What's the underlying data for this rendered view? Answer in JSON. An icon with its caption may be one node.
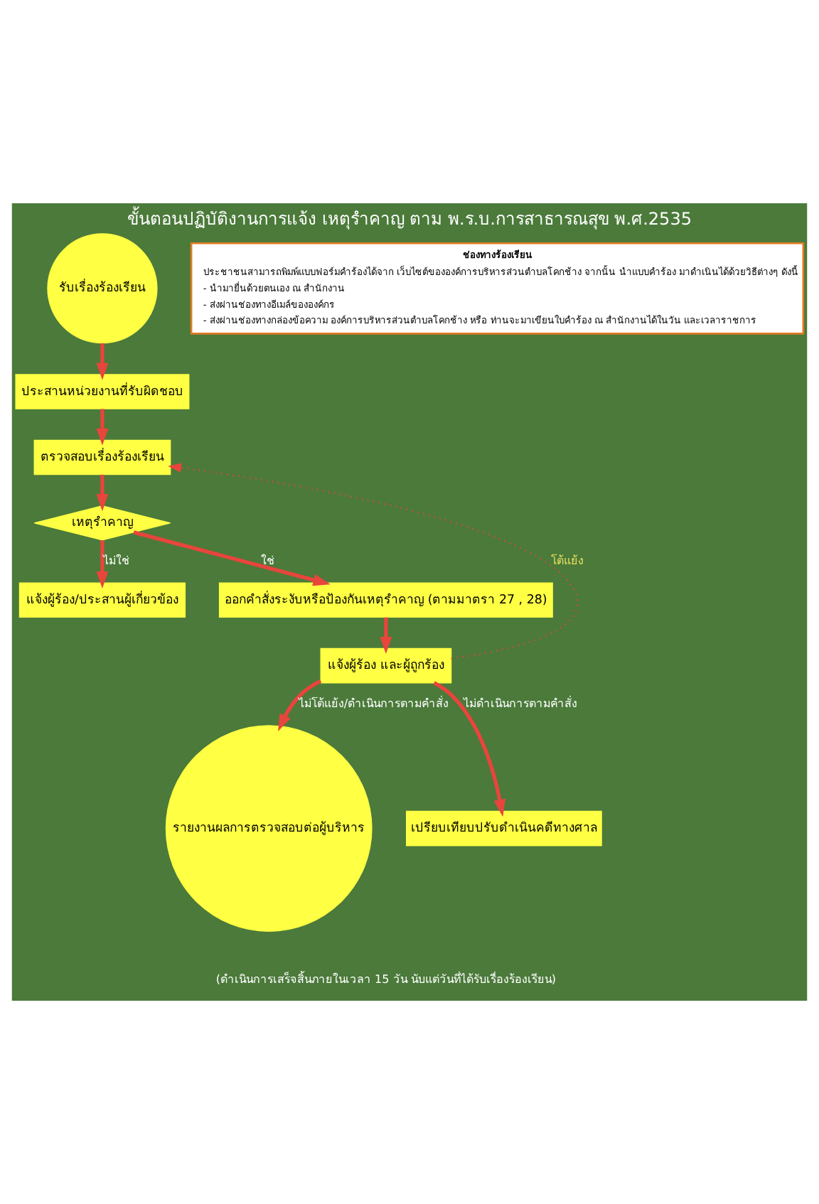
{
  "diagram": {
    "title": "ขั้นตอนปฏิบัติงานการแจ้ง เหตุรำคาญ ตาม พ.ร.บ.การสาธารณสุข พ.ศ.2535",
    "caption": "(ดำเนินการเสร็จสิ้นภายในเวลา 15 วัน นับแต่วันที่ได้รับเรื่องร้องเรียน)",
    "nodes": [
      {
        "text": [
          "รับเรื่องร้องเรียน"
        ]
      },
      {
        "text": [
          "ประสานหน่วยงานที่รับผิดชอบ"
        ]
      },
      {
        "text": [
          "ตรวจสอบเรื่องร้องเรียน"
        ]
      },
      {
        "text": [
          "เหตุรำคาญ"
        ]
      },
      {
        "text": [
          "แจ้งผู้ร้อง/ประสานผู้เกี่ยวข้อง"
        ]
      },
      {
        "text": [
          "ออกคำสั่งระงับหรือป้องกันเหตุรำคาญ (ตามมาตรา 27 , 28)"
        ]
      },
      {
        "text": [
          "แจ้งผู้ร้อง และผู้ถูกร้อง"
        ]
      },
      {
        "text": [
          "รายงานผลการตรวจสอบต่อผู้บริหาร"
        ]
      },
      {
        "text": [
          "เปรียบเทียบปรับดำเนินคดีทางศาล"
        ]
      },
      {
        "text": [
          "ช่องทางร้องเรียน",
          "ประชาชนสามารถพิมพ์แบบฟอร์มคำร้องได้จาก เว็บไซต์ขององค์การบริหารส่วนตำบลโคกช้าง จากนั้น นำแบบคำร้อง มาดำเนินได้ด้วยวิธีต่างๆ ดังนี้",
          "- นำมายื่นด้วยตนเอง ณ สำนักงาน",
          "- ส่งผ่านช่องทางอีเมล์ขององค์กร",
          "- ส่งผ่านช่องทางกล่องข้อความ องค์การบริหารส่วนตำบลโคกช้าง หรือ ท่านจะมาเขียนใบคำร้อง ณ สำนักงานได้ในวัน และเวลาราชการ"
        ]
      }
    ],
    "edges": [
      {
        "from": 0,
        "to": 1,
        "arrow": "to"
      },
      {
        "from": 1,
        "to": 2,
        "arrow": "to"
      },
      {
        "from": 2,
        "to": 3,
        "arrow": "to"
      },
      {
        "from": 3,
        "to": 4,
        "arrow": "to",
        "label": "ไม่ใช่"
      },
      {
        "from": 3,
        "to": 5,
        "arrow": "to",
        "label": "ใช่"
      },
      {
        "from": 5,
        "to": 6,
        "arrow": "to"
      },
      {
        "from": 6,
        "to": 7,
        "arrow": "to",
        "label": "ไม่โต้แย้ง/ดำเนินการตามคำสั่ง"
      },
      {
        "from": 6,
        "to": 8,
        "arrow": "to",
        "label": "ไม่ดำเนินการตามคำสั่ง"
      },
      {
        "from": 6,
        "to": 2,
        "arrow": "to",
        "label": "โต้แย้ง",
        "style": "dashed"
      }
    ]
  }
}
